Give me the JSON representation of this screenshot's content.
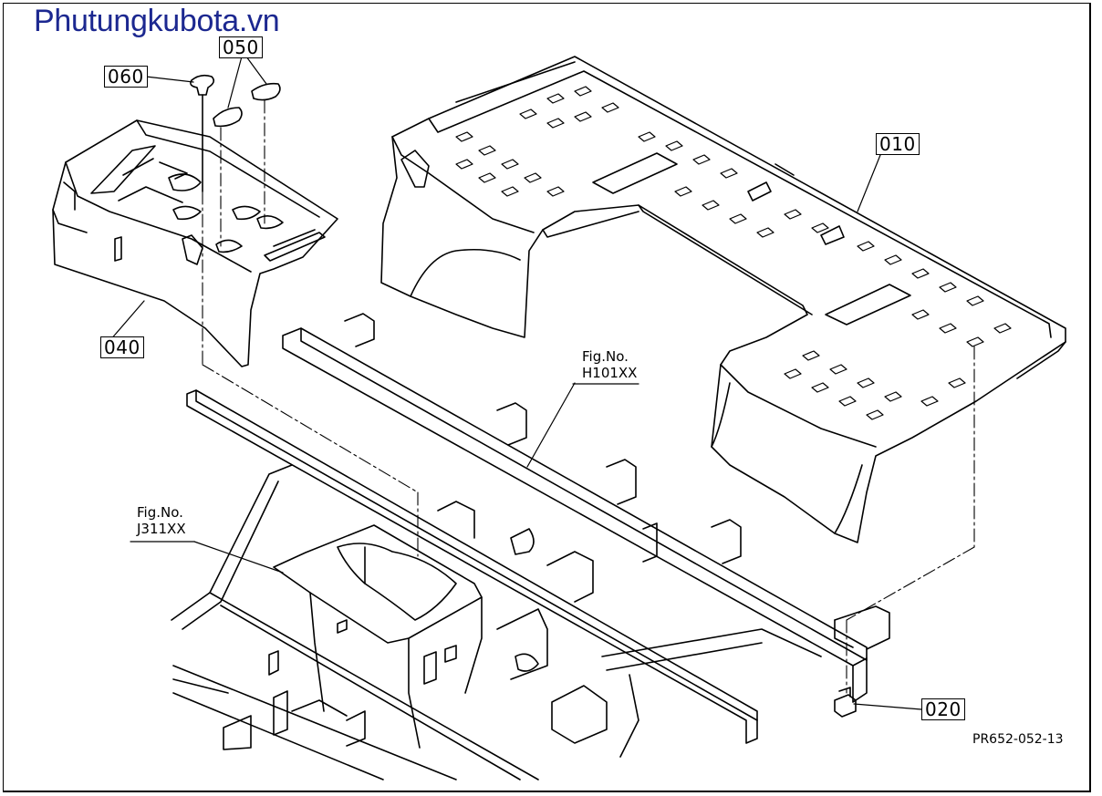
{
  "site": {
    "title": "Phutungkubota.vn"
  },
  "parts": [
    {
      "id": "010",
      "label": "010"
    },
    {
      "id": "020",
      "label": "020"
    },
    {
      "id": "040",
      "label": "040"
    },
    {
      "id": "050",
      "label": "050"
    },
    {
      "id": "060",
      "label": "060"
    }
  ],
  "figure_refs": [
    {
      "line1": "Fig.No.",
      "line2": "H101XX"
    },
    {
      "line1": "Fig.No.",
      "line2": "J311XX"
    }
  ],
  "drawing_number": "PR652-052-13",
  "colors": {
    "title": "#1c2890",
    "line": "#000000",
    "background": "#ffffff"
  }
}
